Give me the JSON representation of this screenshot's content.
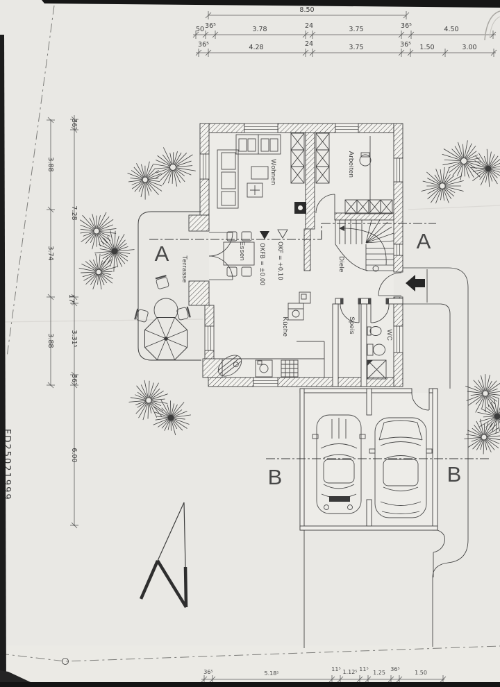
{
  "dimensions": {
    "top_row1": [
      "8.50"
    ],
    "top_row2": [
      "50",
      "36⁵",
      "3.78",
      "24",
      "3.75",
      "36⁵",
      "4.50"
    ],
    "top_row3": [
      "36⁵",
      "4.28",
      "24",
      "3.75",
      "36⁵",
      "1.50",
      "3.00"
    ],
    "left_outer": [
      "3.88",
      "3.74",
      "3.88"
    ],
    "left_inner": [
      "36⁵",
      "7.28",
      "17⁵",
      "3.31⁵",
      "36⁵",
      "6.00"
    ],
    "bottom": [
      "36⁵",
      "5.18⁵",
      "11⁵",
      "1.12⁵",
      "11⁵",
      "1.25",
      "36⁵",
      "1.50"
    ]
  },
  "rooms": {
    "wohnen": "Wohnen",
    "arbeiten": "Arbeiten",
    "essen": "Essen",
    "diele": "Diele",
    "kueche": "Küche",
    "speis": "Speis",
    "wc": "WC",
    "terrasse": "Terrasse"
  },
  "sections": {
    "a": "A",
    "b": "B"
  },
  "elevations": {
    "marker1": "OKFB = ±0.00",
    "marker2": "OKF = +0.10"
  },
  "edge_text": "FD25021999",
  "colors": {
    "paper": "#e9e8e4",
    "ink": "#3c3c3c",
    "dim_ink": "#555555",
    "scan_edge": "#161616"
  }
}
